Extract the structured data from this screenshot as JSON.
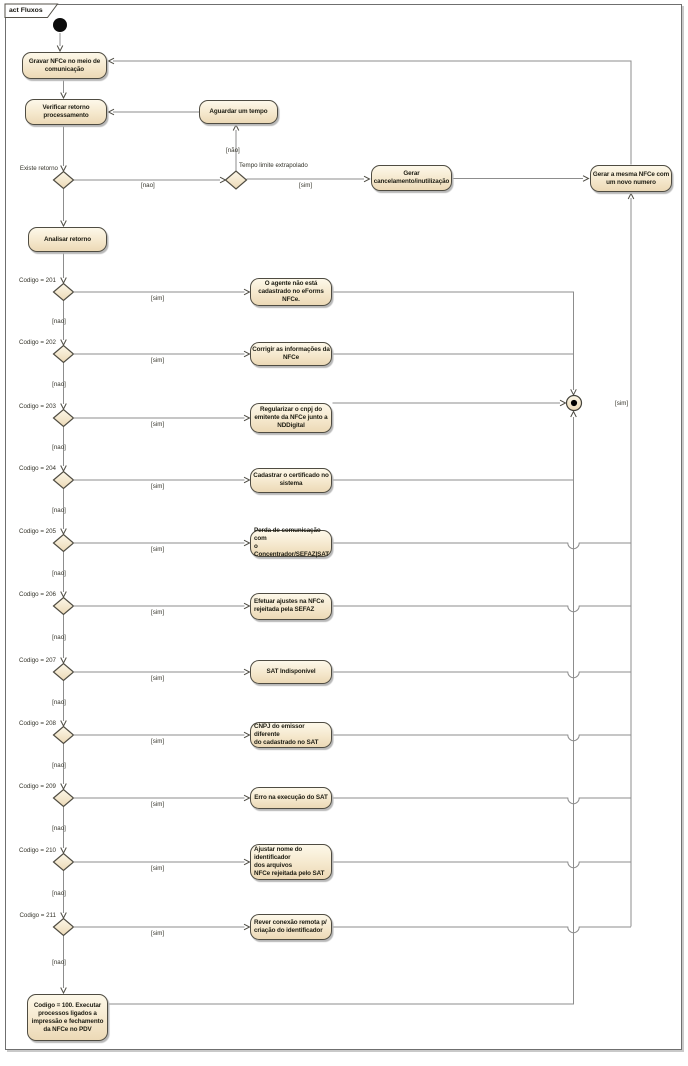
{
  "frame": {
    "tab_label": "act Fluxos"
  },
  "colors": {
    "node_border": "#4f4c42",
    "node_fill_top": "#fdf8e9",
    "node_fill_bottom": "#ecd9b6",
    "connector": "#8d8d8d",
    "arrow": "#4e4c44",
    "node_text": "#1d1c12",
    "edge_label_text": "#35342b",
    "frame_border": "#6f6f6f"
  },
  "edge_labels": {
    "sim": "[sim]",
    "nao": "[nao]",
    "nao_tilde": "[não]"
  },
  "activities": {
    "gravar": "Gravar NFCe no meio de\ncomunicação",
    "verificar": "Verificar retorno\nprocessamento",
    "aguardar": "Aguardar um tempo",
    "analisar": "Analisar retorno",
    "gerar_cancelamento": "Gerar\ncancelamento/inutilização",
    "gerar_mesma": "Gerar a mesma NFCe com\num novo numero",
    "codigo_100": "Codigo = 100. Executar\nprocessos ligados a\nimpressão e fechamento\nda NFCe no PDV"
  },
  "decisions": {
    "existe_retorno": "Existe retorno",
    "tempo_limite": "Tempo limite extrapolado"
  },
  "rows": [
    {
      "code": "Codigo = 201",
      "action": "O agente não está\ncadastrado no eForms\nNFCe."
    },
    {
      "code": "Codigo = 202",
      "action": "Corrigir as informações da\nNFCe"
    },
    {
      "code": "Codigo = 203",
      "action": "Regularizar o cnpj do\nemitente da NFCe junto a\nNDDigital"
    },
    {
      "code": "Codigo = 204",
      "action": "Cadastrar o certificado no\nsistema"
    },
    {
      "code": "Codigo = 205",
      "action": "Perda de comunicação com\no Concentrador/SEFAZ|SAT"
    },
    {
      "code": "Codigo = 206",
      "action": "Efetuar ajustes na NFCe\nrejeitada pela SEFAZ"
    },
    {
      "code": "Codigo = 207",
      "action": "SAT Indisponível"
    },
    {
      "code": "Codigo = 208",
      "action": "CNPJ do emissor diferente\ndo cadastrado no SAT"
    },
    {
      "code": "Codigo = 209",
      "action": "Erro na execução do SAT"
    },
    {
      "code": "Codigo = 210",
      "action": "Ajustar nome do identificador\ndos arquivos\nNFCe rejeitada pelo SAT"
    },
    {
      "code": "Codigo = 211",
      "action": "Rever conexão remota p/\ncriação do identificador"
    }
  ]
}
